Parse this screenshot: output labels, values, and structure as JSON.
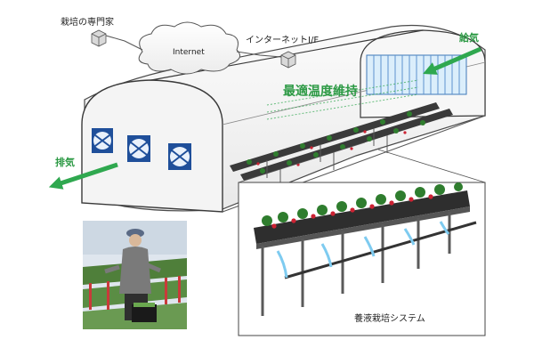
{
  "labels": {
    "expert": "栽培の専門家",
    "internet": "Internet",
    "interface": "インターネットI/F",
    "intake": "給気",
    "exhaust": "排気",
    "optimal_temperature": "最適温度維持",
    "system_name": "養液栽培システム"
  },
  "colors": {
    "arrow": "#2fa84f",
    "title": "#2d9a45",
    "ridge": "#3a3a3a",
    "fan": "#1f4f9a",
    "pipe": "#7ecbf0",
    "leaf": "#2f7d2e",
    "berry": "#cc2233"
  },
  "icons": {
    "computer": "computer-icon",
    "cloud": "cloud-icon",
    "fan": "fan-icon",
    "photo": "farmer-photo"
  }
}
